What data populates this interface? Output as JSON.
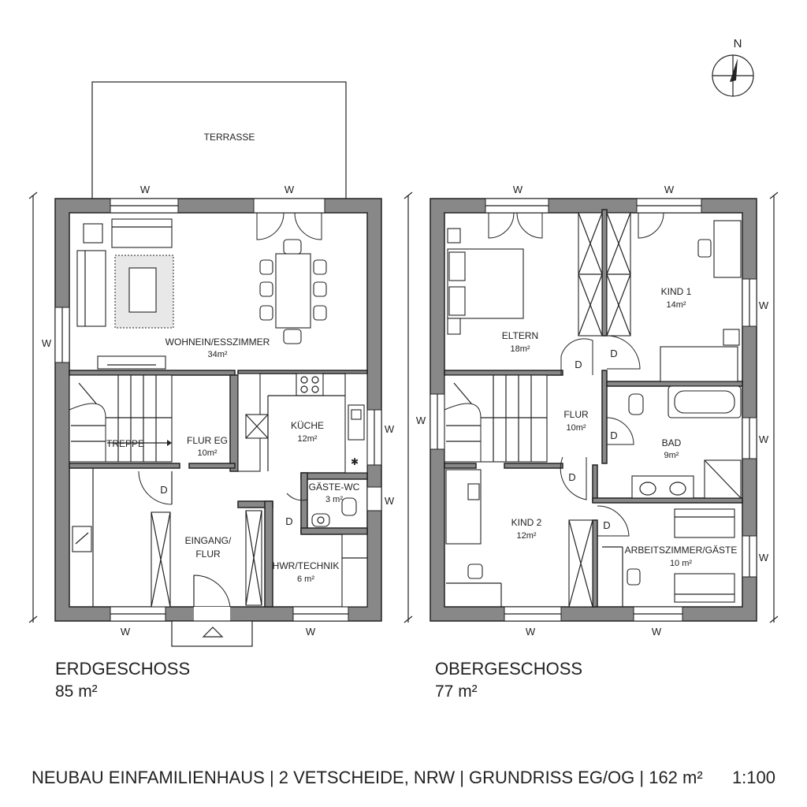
{
  "compass": {
    "label": "N"
  },
  "ground_floor": {
    "name": "ERDGESCHOSS",
    "area": "85 m²",
    "terrace": "TERRASSE",
    "rooms": [
      {
        "name": "WOHNEIN/ESSZIMMER",
        "area": "34m²"
      },
      {
        "name": "TREPPE",
        "area": ""
      },
      {
        "name": "FLUR EG",
        "area": "10m²"
      },
      {
        "name": "KÜCHE",
        "area": "12m²"
      },
      {
        "name": "GÄSTE-WC",
        "area": "3 m²"
      },
      {
        "name": "EINGANG/",
        "area": "FLUR"
      },
      {
        "name": "HWR/TECHNIK",
        "area": "6 m²"
      }
    ]
  },
  "upper_floor": {
    "name": "OBERGESCHOSS",
    "area": "77 m²",
    "rooms": [
      {
        "name": "ELTERN",
        "area": "18m²"
      },
      {
        "name": "KIND 1",
        "area": "14m²"
      },
      {
        "name": "FLUR",
        "area": "10m²"
      },
      {
        "name": "BAD",
        "area": "9m²"
      },
      {
        "name": "KIND 2",
        "area": "12m²"
      },
      {
        "name": "ARBEITSZIMMER/GÄSTE",
        "area": "10 m²"
      }
    ]
  },
  "marks": {
    "window": "W",
    "door": "D"
  },
  "footer": {
    "title": "NEUBAU EINFAMILIENHAUS | 2 VETSCHEIDE, NRW | GRUNDRISS EG/OG | 162 m²",
    "scale": "1:100"
  }
}
